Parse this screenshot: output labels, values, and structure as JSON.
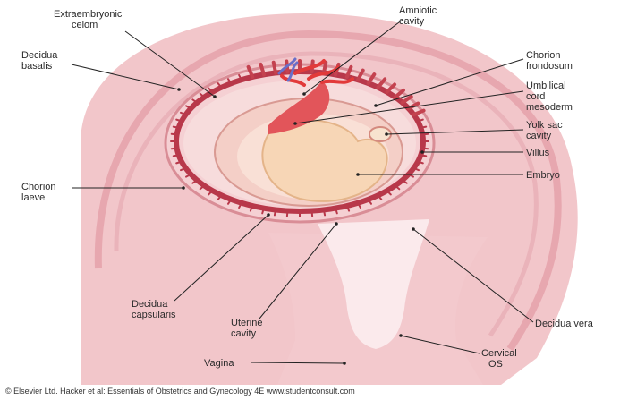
{
  "labels": {
    "extraembryonic_celom": [
      "Extraembryonic",
      "celom"
    ],
    "amniotic_cavity": [
      "Amniotic",
      "cavity"
    ],
    "decidua_basalis": [
      "Decidua",
      "basalis"
    ],
    "chorion_frondosum": [
      "Chorion",
      "frondosum"
    ],
    "umbilical_cord_mesoderm": [
      "Umbilical",
      "cord",
      "mesoderm"
    ],
    "yolk_sac_cavity": [
      "Yolk sac",
      "cavity"
    ],
    "villus": [
      "Villus"
    ],
    "embryo": [
      "Embryo"
    ],
    "chorion_laeve": [
      "Chorion",
      "laeve"
    ],
    "decidua_capsularis": [
      "Decidua",
      "capsularis"
    ],
    "uterine_cavity": [
      "Uterine",
      "cavity"
    ],
    "decidua_vera": [
      "Decidua vera"
    ],
    "cervical_os": [
      "Cervical",
      "OS"
    ],
    "vagina": [
      "Vagina"
    ]
  },
  "credit": "© Elsevier Ltd. Hacker et al: Essentials of Obstetrics and Gynecology 4E www.studentconsult.com",
  "colors": {
    "uterine_wall": "#f2c4c8",
    "wall_stripe": "#e9a9b0",
    "chorion": "#b8384a",
    "villi": "#c4424f",
    "vessels_red": "#e23a3a",
    "vessels_blue": "#6a6fc8",
    "amnion": "#f7d7d0",
    "embryo": "#f6d6b8",
    "cavity": "#fbe9ea",
    "leader_line": "#222222"
  }
}
